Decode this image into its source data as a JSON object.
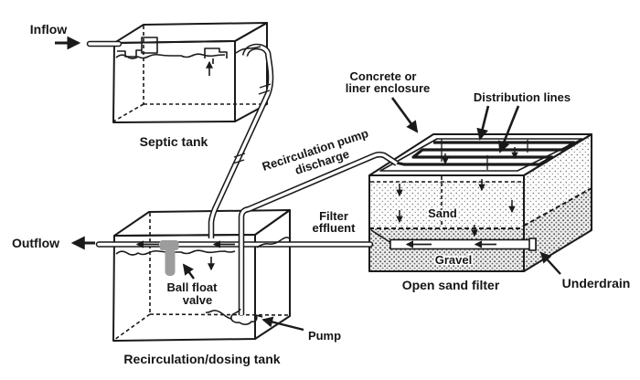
{
  "diagram": {
    "type": "recirculating-sand-filter-schematic",
    "flows": {
      "inflow": "Inflow",
      "outflow": "Outflow"
    },
    "septic_tank": {
      "caption": "Septic tank"
    },
    "recirculation_tank": {
      "caption": "Recirculation/dosing tank",
      "ball_float_valve": [
        "Ball float",
        "valve"
      ],
      "pump": "Pump"
    },
    "pipes": {
      "recirculation_pump_discharge": [
        "Recirculation pump",
        "discharge"
      ],
      "filter_effluent": [
        "Filter",
        "effluent"
      ]
    },
    "sand_filter": {
      "caption": "Open sand filter",
      "enclosure": [
        "Concrete or",
        "liner enclosure"
      ],
      "distribution_lines": "Distribution lines",
      "sand": "Sand",
      "gravel": "Gravel",
      "underdrain": "Underdrain"
    },
    "colors": {
      "line": "#1a1a1a",
      "valve": "#9c9c9c",
      "background": "#ffffff"
    }
  }
}
